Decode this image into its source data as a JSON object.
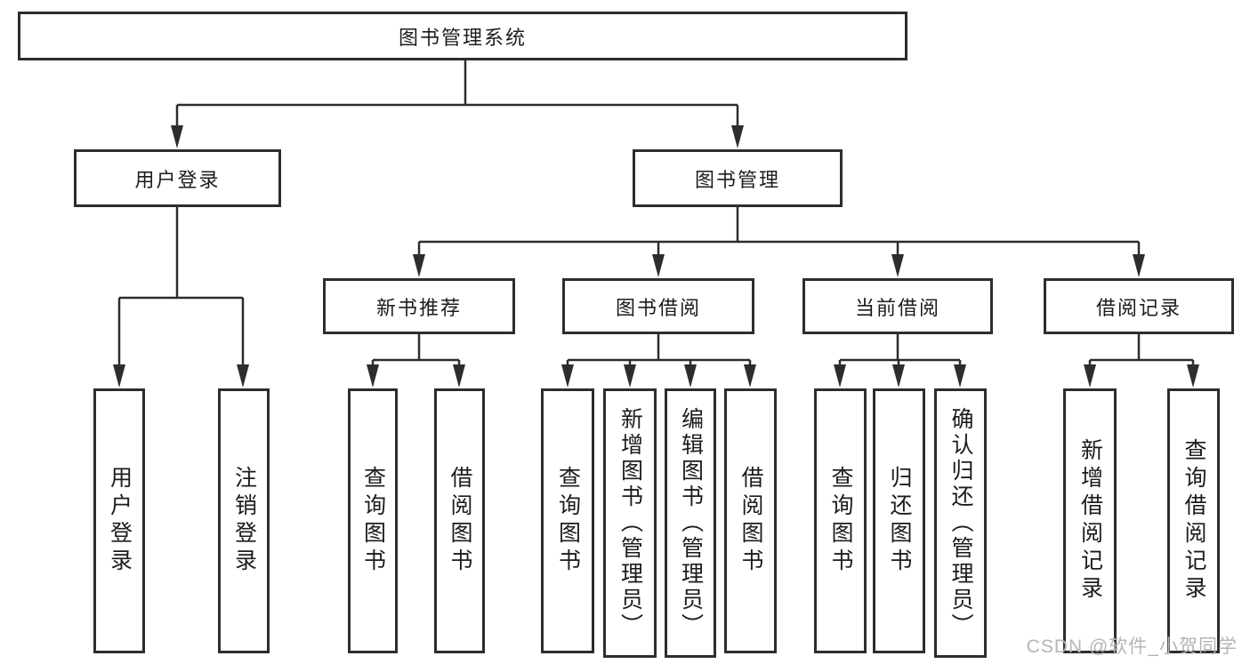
{
  "diagram": {
    "root": "图书管理系统",
    "level2": {
      "user_login": "用户登录",
      "book_mgmt": "图书管理"
    },
    "level3": {
      "new_book_rec": "新书推荐",
      "book_borrow": "图书借阅",
      "current_borrow": "当前借阅",
      "borrow_records": "借阅记录"
    },
    "leaves": {
      "user_login_leaf": "用户登录",
      "logout": "注销登录",
      "query_book_rec": "查询图书",
      "borrow_book_rec": "借阅图书",
      "query_book_borrow": "查询图书",
      "add_book_admin": "新增图书（管理员）",
      "edit_book_admin": "编辑图书（管理员）",
      "borrow_book_borrow": "借阅图书",
      "query_book_current": "查询图书",
      "return_book": "归还图书",
      "confirm_return_admin": "确认归还（管理员）",
      "add_borrow_record": "新增借阅记录",
      "query_borrow_record": "查询借阅记录"
    }
  },
  "watermark": "CSDN @软件_小贺同学",
  "colors": {
    "line": "#2d2d2d",
    "text": "#1c1c1c",
    "watermark": "#b5b5b5",
    "background": "#ffffff"
  }
}
